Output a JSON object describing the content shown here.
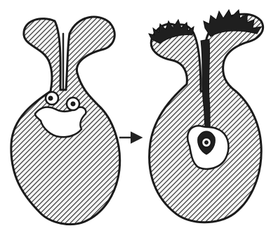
{
  "figure": {
    "left_panel": "unfertilized-ovule-stage",
    "right_panel": "fertilized-ovule-stage",
    "arrow": "transition-arrow",
    "colors": {
      "ink": "#1a1a1a",
      "background": "#ffffff"
    }
  }
}
